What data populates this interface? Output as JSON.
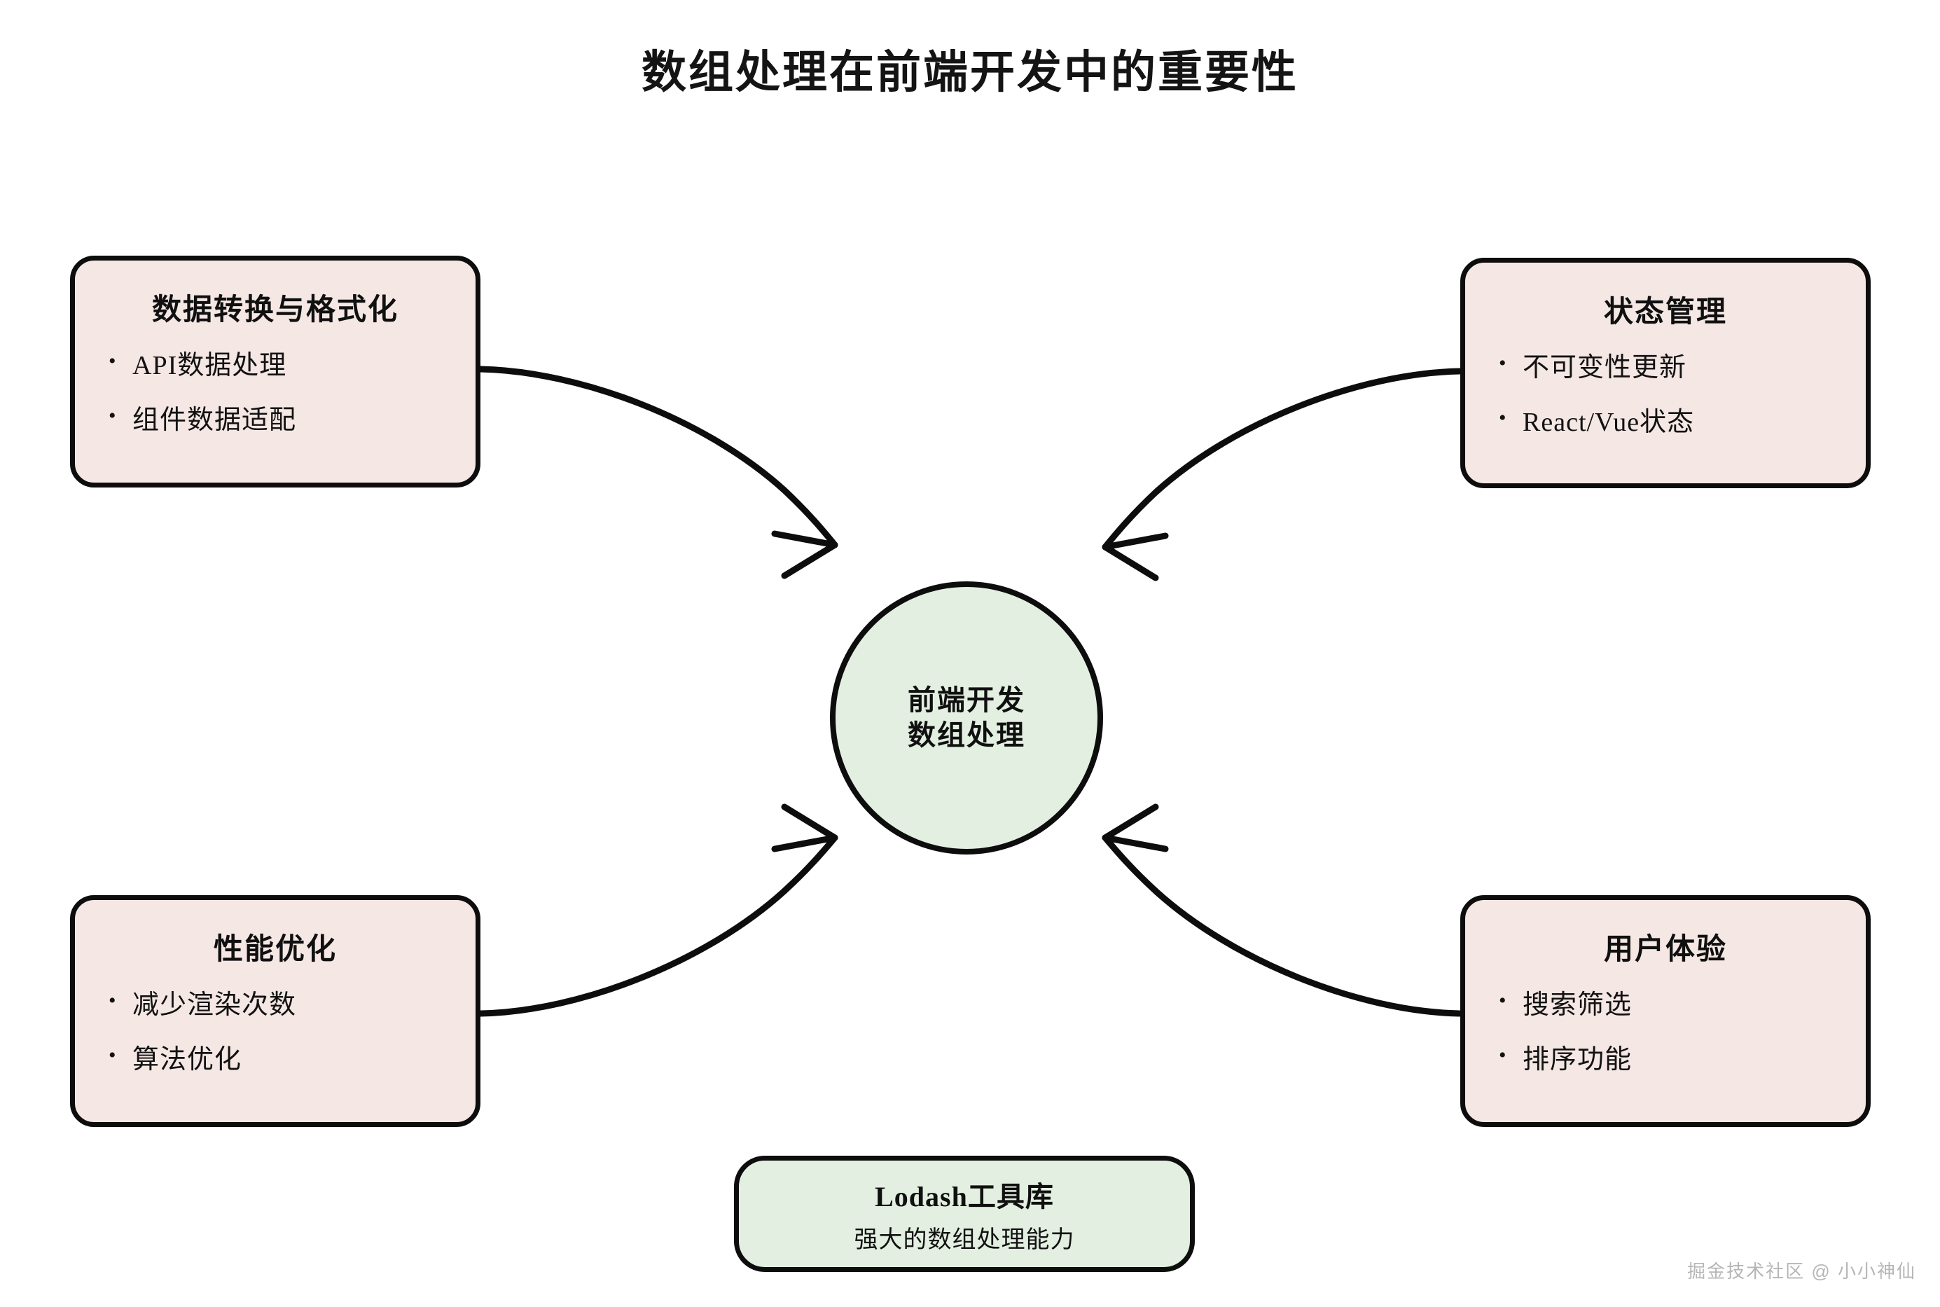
{
  "title": "数组处理在前端开发中的重要性",
  "colors": {
    "background": "#ffffff",
    "node_pink_fill": "#f5e7e4",
    "node_green_fill": "#e3f0e1",
    "stroke": "#0d0d0d",
    "text": "#101010",
    "watermark": "#b6b6b6"
  },
  "center": {
    "line1": "前端开发",
    "line2": "数组处理"
  },
  "nodes": [
    {
      "id": "data-transform",
      "title": "数据转换与格式化",
      "items": [
        "API数据处理",
        "组件数据适配"
      ]
    },
    {
      "id": "state-management",
      "title": "状态管理",
      "items": [
        "不可变性更新",
        "React/Vue状态"
      ]
    },
    {
      "id": "performance",
      "title": "性能优化",
      "items": [
        "减少渲染次数",
        "算法优化"
      ]
    },
    {
      "id": "user-experience",
      "title": "用户体验",
      "items": [
        "搜索筛选",
        "排序功能"
      ]
    }
  ],
  "lodash": {
    "title": "Lodash工具库",
    "subtitle": "强大的数组处理能力"
  },
  "watermark": "掘金技术社区 @ 小小神仙"
}
